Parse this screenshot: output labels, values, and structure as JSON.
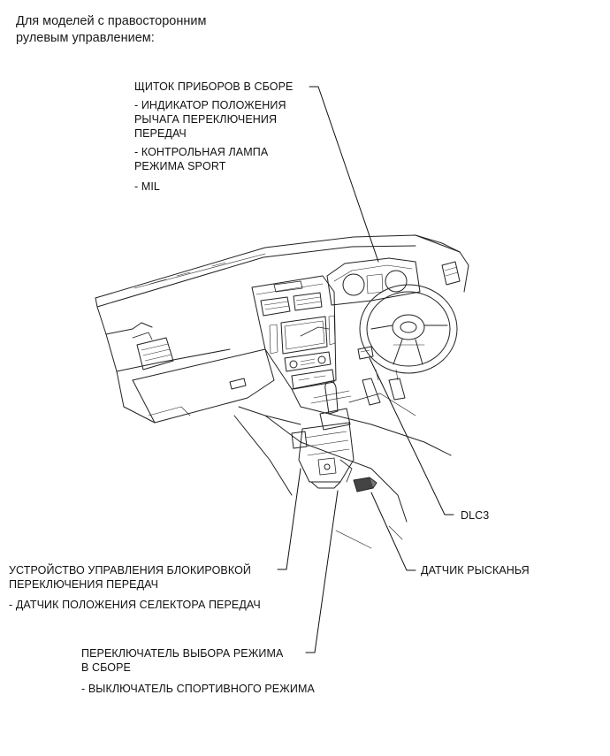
{
  "title": {
    "line1": "Для моделей с правосторонним",
    "line2": "рулевым управлением:"
  },
  "cluster": {
    "main": "ЩИТОК ПРИБОРОВ В СБОРЕ",
    "sub1_l1": "- ИНДИКАТОР ПОЛОЖЕНИЯ",
    "sub1_l2": "РЫЧАГА ПЕРЕКЛЮЧЕНИЯ",
    "sub1_l3": "ПЕРЕДАЧ",
    "sub2_l1": "- КОНТРОЛЬНАЯ ЛАМПА",
    "sub2_l2": "РЕЖИМА SPORT",
    "sub3": "- MIL"
  },
  "dlc3": {
    "label": "DLC3"
  },
  "yaw_sensor": {
    "label": "ДАТЧИК РЫСКАНЬЯ"
  },
  "shift_lock": {
    "main_l1": "УСТРОЙСТВО УПРАВЛЕНИЯ БЛОКИРОВКОЙ",
    "main_l2": "ПЕРЕКЛЮЧЕНИЯ ПЕРЕДАЧ",
    "sub1": "- ДАТЧИК ПОЛОЖЕНИЯ СЕЛЕКТОРА ПЕРЕДАЧ"
  },
  "mode_switch": {
    "main_l1": "ПЕРЕКЛЮЧАТЕЛЬ ВЫБОРА РЕЖИМА",
    "main_l2": "В СБОРЕ",
    "sub1": "- ВЫКЛЮЧАТЕЛЬ СПОРТИВНОГО РЕЖИМА"
  }
}
